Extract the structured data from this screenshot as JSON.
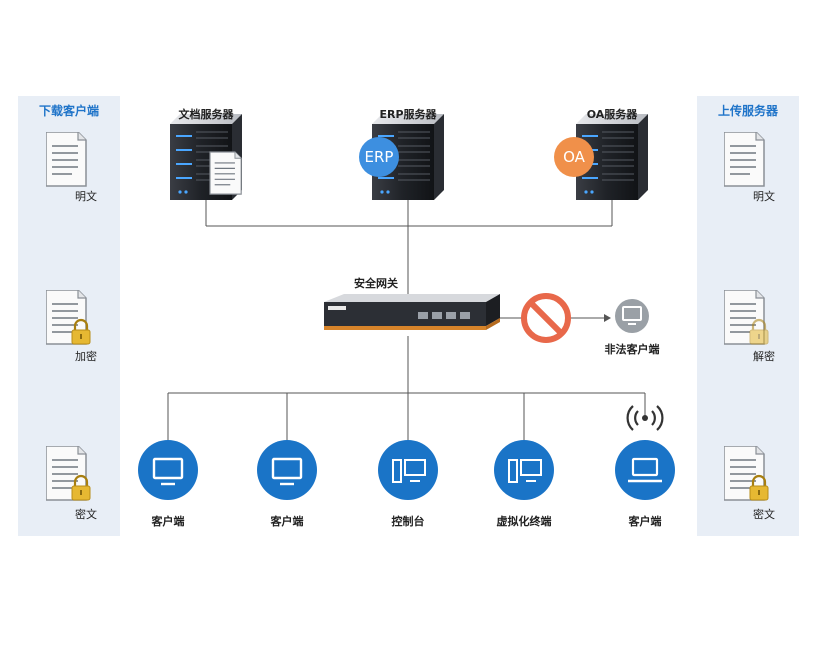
{
  "left_panel": {
    "title": "下载客户端",
    "steps": [
      "明文",
      "加密",
      "密文"
    ]
  },
  "right_panel": {
    "title": "上传服务器",
    "steps": [
      "明文",
      "解密",
      "密文"
    ]
  },
  "servers": [
    {
      "label": "文档服务器",
      "badge": ""
    },
    {
      "label": "ERP服务器",
      "badge": "ERP"
    },
    {
      "label": "OA服务器",
      "badge": "OA"
    }
  ],
  "gateway": {
    "label": "安全网关"
  },
  "illegal_client": {
    "label": "非法客户端"
  },
  "clients": [
    {
      "label": "客户端",
      "icon": "monitor-icon"
    },
    {
      "label": "客户端",
      "icon": "monitor-icon"
    },
    {
      "label": "控制台",
      "icon": "desktop-pc-icon"
    },
    {
      "label": "虚拟化终端",
      "icon": "desktop-pc-icon"
    },
    {
      "label": "客户端",
      "icon": "laptop-icon"
    }
  ],
  "colors": {
    "client_blue": "#1a74c7",
    "erp_badge": "#3d8fe0",
    "oa_badge": "#f0904a",
    "prohibit": "#e8684a",
    "lock": "#e6b832",
    "panel_bg": "#e8eef6",
    "panel_title": "#1f74c9"
  }
}
